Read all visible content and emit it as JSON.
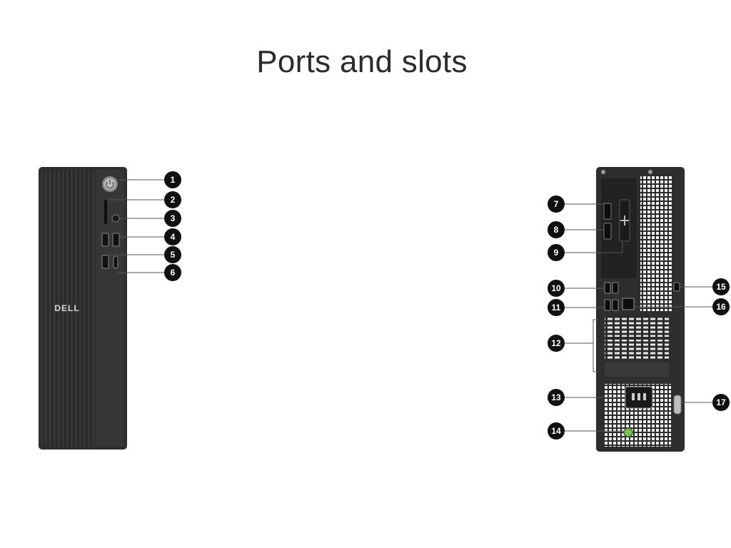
{
  "page": {
    "title": "Ports and slots"
  },
  "front": {
    "logo": "DELL"
  },
  "callouts": {
    "c1": "1",
    "c2": "2",
    "c3": "3",
    "c4": "4",
    "c5": "5",
    "c6": "6",
    "c7": "7",
    "c8": "8",
    "c9": "9",
    "c10": "10",
    "c11": "11",
    "c12": "12",
    "c13": "13",
    "c14": "14",
    "c15": "15",
    "c16": "16",
    "c17": "17"
  },
  "colors": {
    "chassis": "#2e2e2e",
    "callout_fill": "#111111",
    "callout_text": "#ffffff",
    "leader": "#555555"
  },
  "icons": [
    "power-button-icon",
    "sd-card-slot-icon",
    "headset-jack-icon",
    "usb-a-port-icon",
    "usb-c-port-icon",
    "displayport-icon",
    "ethernet-port-icon",
    "power-connector-icon",
    "security-slot-icon",
    "padlock-ring-icon"
  ]
}
